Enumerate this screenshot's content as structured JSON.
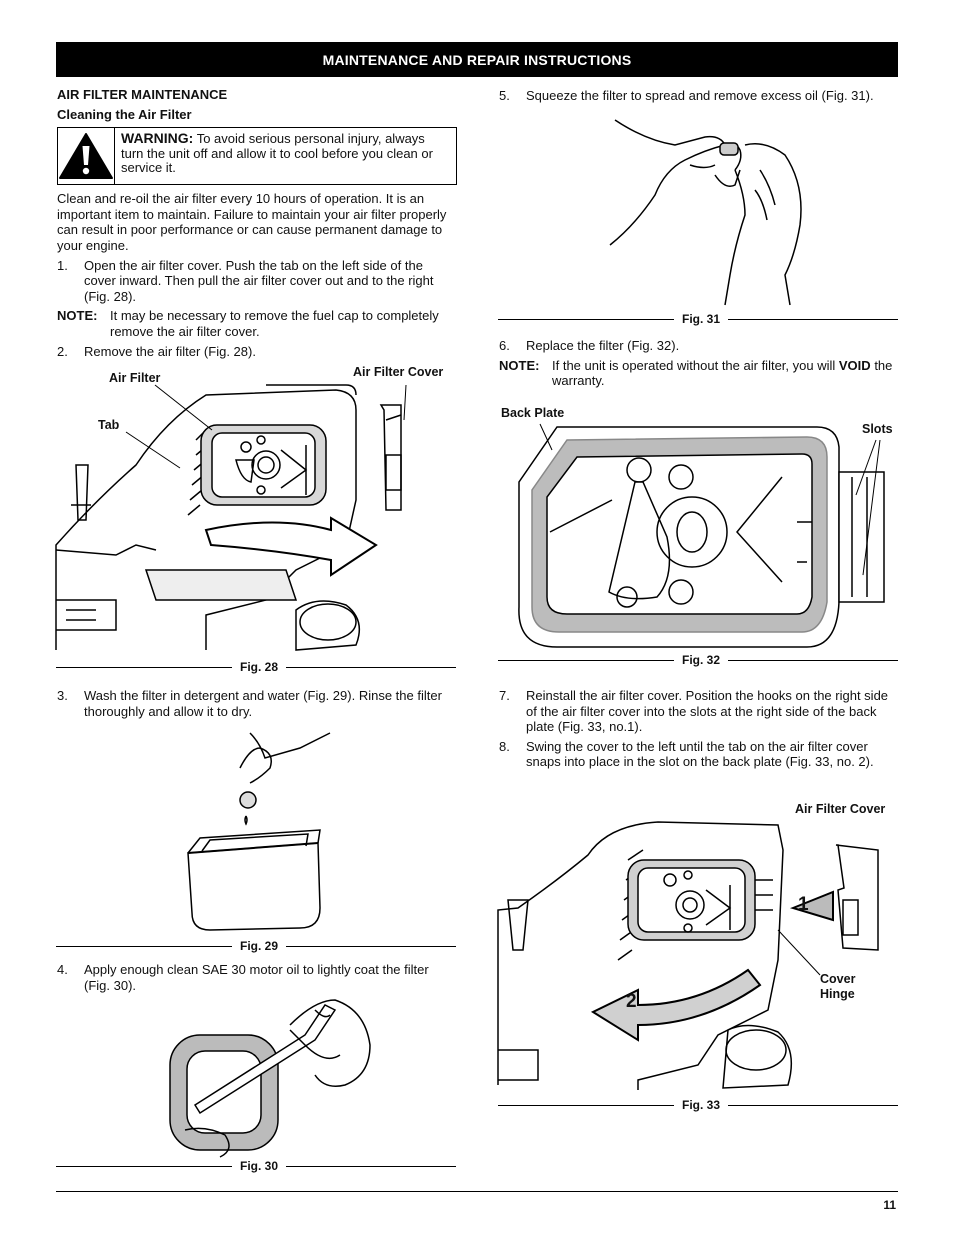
{
  "header": {
    "title": "MAINTENANCE AND REPAIR INSTRUCTIONS"
  },
  "left": {
    "section_title": "AIR FILTER MAINTENANCE",
    "subsection_title": "Cleaning the Air Filter",
    "warning": {
      "label": "WARNING:",
      "text": "To avoid serious personal injury, always turn the unit off and allow it to cool before you clean or service it."
    },
    "intro": "Clean and re-oil the air filter every 10 hours of operation. It is an important item to maintain. Failure to maintain your air filter properly can result in poor performance or can cause permanent damage to your engine.",
    "step1": {
      "num": "1.",
      "text": "Open the air filter cover. Push the tab on the left side of the cover inward. Then pull the air filter cover out and to the right (Fig. 28)."
    },
    "note1": {
      "label": "NOTE:",
      "text": "It may be necessary to remove the fuel cap to completely remove the air filter cover."
    },
    "step2": {
      "num": "2.",
      "text": "Remove the air filter (Fig. 28)."
    },
    "fig28": {
      "caption": "Fig. 28",
      "callouts": {
        "air_filter": "Air Filter",
        "air_filter_cover": "Air Filter Cover",
        "tab": "Tab"
      }
    },
    "step3": {
      "num": "3.",
      "text": "Wash the filter in detergent and water (Fig. 29). Rinse the filter thoroughly and allow it to dry."
    },
    "fig29": {
      "caption": "Fig. 29"
    },
    "step4": {
      "num": "4.",
      "text": "Apply enough clean SAE 30 motor oil to lightly coat the filter (Fig. 30)."
    },
    "fig30": {
      "caption": "Fig. 30"
    }
  },
  "right": {
    "step5": {
      "num": "5.",
      "text": "Squeeze the filter to spread and remove excess oil (Fig. 31)."
    },
    "fig31": {
      "caption": "Fig. 31"
    },
    "step6": {
      "num": "6.",
      "text": "Replace the filter (Fig. 32)."
    },
    "note2": {
      "label": "NOTE:",
      "text_before": "If the unit is operated without the air filter, you will",
      "bold": "VOID",
      "text_after": "the warranty."
    },
    "fig32": {
      "caption": "Fig. 32",
      "callouts": {
        "back_plate": "Back Plate",
        "slots": "Slots"
      }
    },
    "step7": {
      "num": "7.",
      "text": "Reinstall the air filter cover. Position the hooks on the right side of the air filter cover into the slots at the right side of the back plate (Fig. 33, no.1)."
    },
    "step8": {
      "num": "8.",
      "text": "Swing the cover to the left until the tab on the air filter cover snaps into place in the slot on the back plate (Fig. 33, no. 2)."
    },
    "fig33": {
      "caption": "Fig. 33",
      "callouts": {
        "air_filter_cover": "Air Filter Cover",
        "cover": "Cover",
        "hinge": "Hinge",
        "no1": "1",
        "no2": "2"
      }
    }
  },
  "footer": {
    "page_number": "11"
  }
}
